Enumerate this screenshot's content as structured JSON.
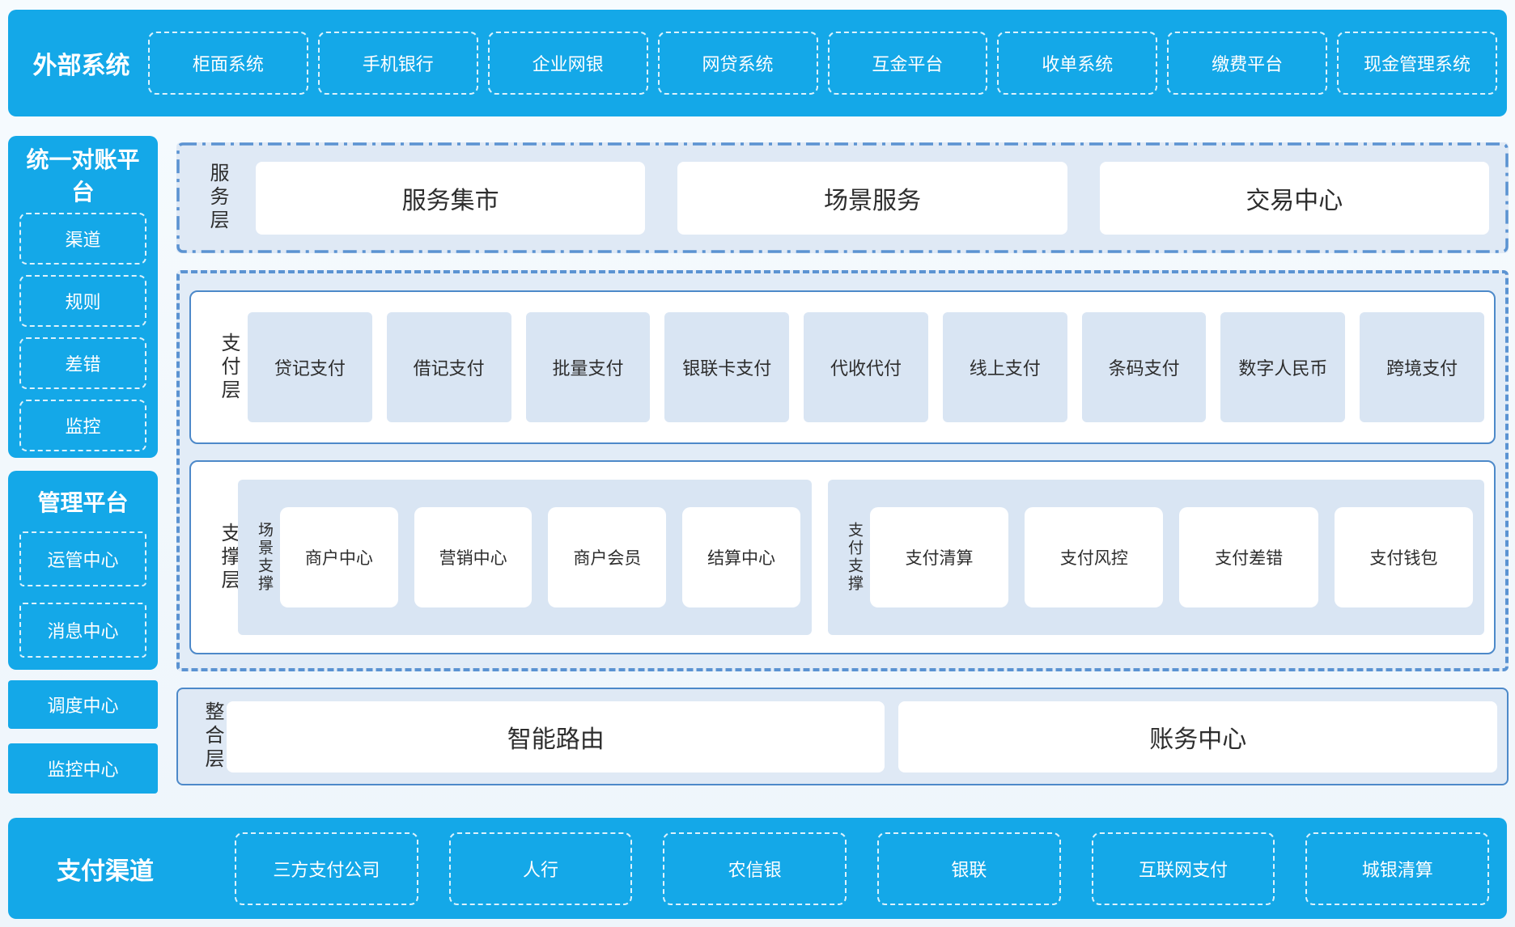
{
  "colors": {
    "brand_blue": "#14a8e8",
    "panel_light_blue": "#dfe9f5",
    "item_light_blue": "#d9e5f3",
    "solid_border_blue": "#4d89c9",
    "dashed_border_blue": "#5b93d2",
    "text_dark": "#2d2d2d",
    "text_white": "#ffffff"
  },
  "top_banner": {
    "title": "外部系统",
    "items": [
      "柜面系统",
      "手机银行",
      "企业网银",
      "网贷系统",
      "互金平台",
      "收单系统",
      "缴费平台",
      "现金管理系统"
    ]
  },
  "left_column": {
    "reconciliation_panel": {
      "title": "统一对账平台",
      "items": [
        "渠道",
        "规则",
        "差错",
        "监控"
      ]
    },
    "management_panel": {
      "title": "管理平台",
      "items": [
        "运管中心",
        "消息中心"
      ]
    },
    "solo_items": [
      "调度中心",
      "监控中心"
    ]
  },
  "service_layer": {
    "label": "服务层",
    "items": [
      "服务集市",
      "场景服务",
      "交易中心"
    ]
  },
  "payment_layer": {
    "label": "支付层",
    "items": [
      "贷记支付",
      "借记支付",
      "批量支付",
      "银联卡支付",
      "代收代付",
      "线上支付",
      "条码支付",
      "数字人民币",
      "跨境支付"
    ]
  },
  "support_layer": {
    "label": "支撑层",
    "groups": [
      {
        "label": "场景支撑",
        "items": [
          "商户中心",
          "营销中心",
          "商户会员",
          "结算中心"
        ]
      },
      {
        "label": "支付支撑",
        "items": [
          "支付清算",
          "支付风控",
          "支付差错",
          "支付钱包"
        ]
      }
    ]
  },
  "integration_layer": {
    "label": "整合层",
    "items": [
      "智能路由",
      "账务中心"
    ]
  },
  "bottom_banner": {
    "title": "支付渠道",
    "items": [
      "三方支付公司",
      "人行",
      "农信银",
      "银联",
      "互联网支付",
      "城银清算"
    ]
  }
}
